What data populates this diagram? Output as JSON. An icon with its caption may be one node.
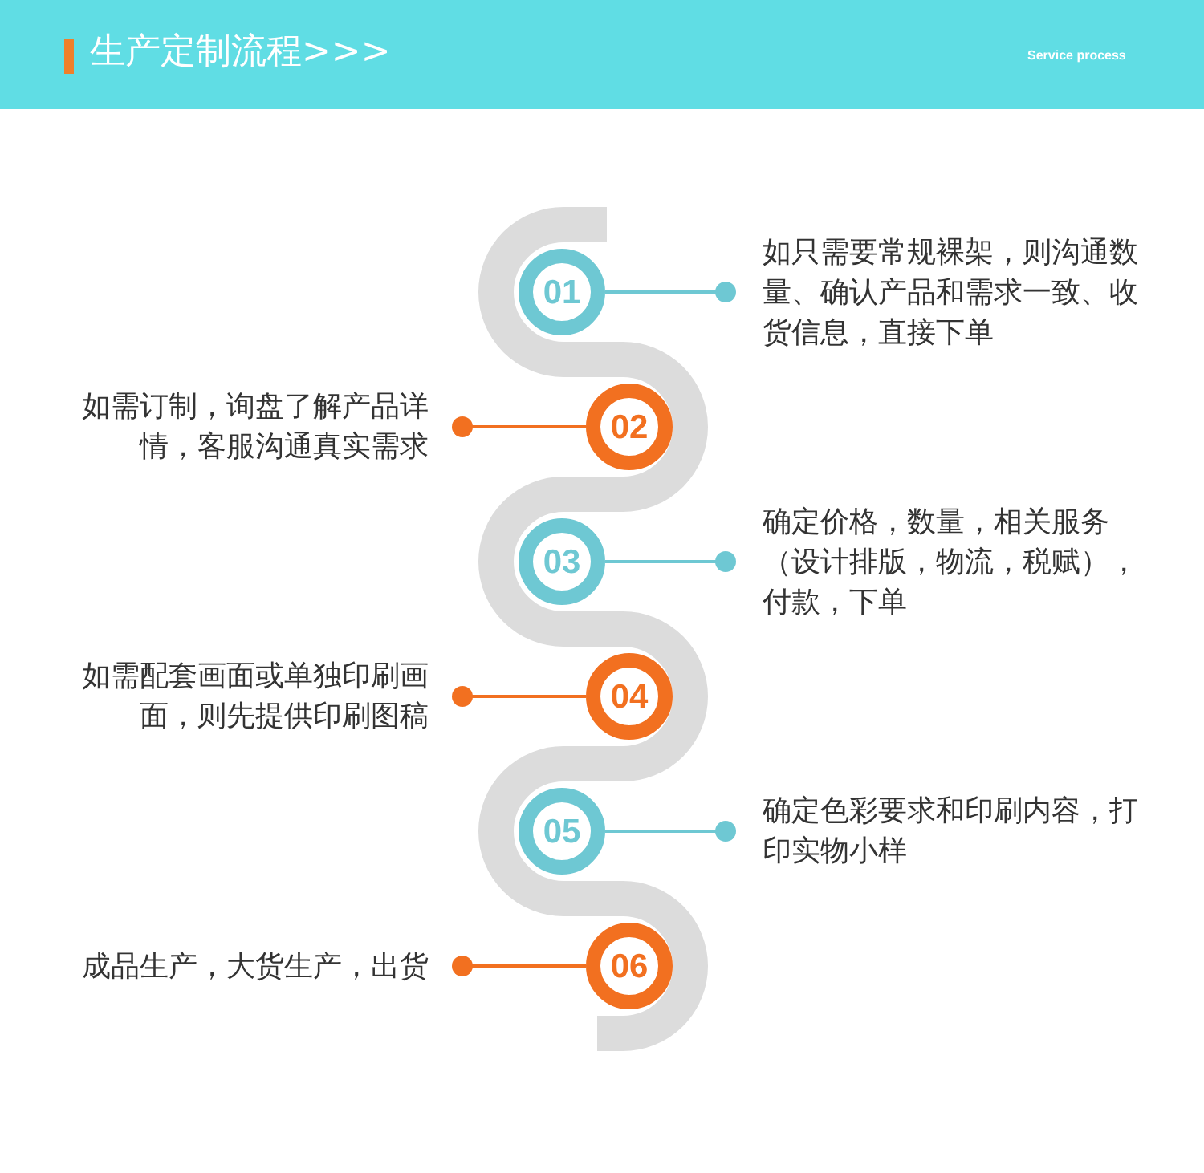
{
  "diagram": {
    "title": "生产定制流程>>>",
    "nodes": [
      {
        "text": [
          "01"
        ]
      },
      {
        "text": [
          "如只需要常规裸架，则沟通数量、确认产品和需求一致、收货信息，直接下单"
        ]
      },
      {
        "text": [
          "02"
        ]
      },
      {
        "text": [
          "如需订制，询盘了解产品详情，客服沟通真实需求"
        ]
      },
      {
        "text": [
          "03"
        ]
      },
      {
        "text": [
          "确定价格，数量，相关服务（设计排版，物流，税赋），付款，下单"
        ]
      },
      {
        "text": [
          "04"
        ]
      },
      {
        "text": [
          "如需配套画面或单独印刷画面，则先提供印刷图稿"
        ]
      },
      {
        "text": [
          "05"
        ]
      },
      {
        "text": [
          "确定色彩要求和印刷内容，打印实物小样"
        ]
      },
      {
        "text": [
          "06"
        ]
      },
      {
        "text": [
          "成品生产，大货生产，出货"
        ]
      }
    ],
    "edges": [
      {
        "from": 0,
        "to": 1,
        "arrow": "other",
        "color": "#6ec8d3"
      },
      {
        "from": 2,
        "to": 3,
        "arrow": "other",
        "color": "#f27020"
      },
      {
        "from": 4,
        "to": 5,
        "arrow": "other",
        "color": "#6ec8d3"
      },
      {
        "from": 6,
        "to": 7,
        "arrow": "other",
        "color": "#f27020"
      },
      {
        "from": 8,
        "to": 9,
        "arrow": "other",
        "color": "#6ec8d3"
      },
      {
        "from": 10,
        "to": 11,
        "arrow": "other",
        "color": "#f27020"
      }
    ],
    "labels": [
      "Service process"
    ]
  }
}
